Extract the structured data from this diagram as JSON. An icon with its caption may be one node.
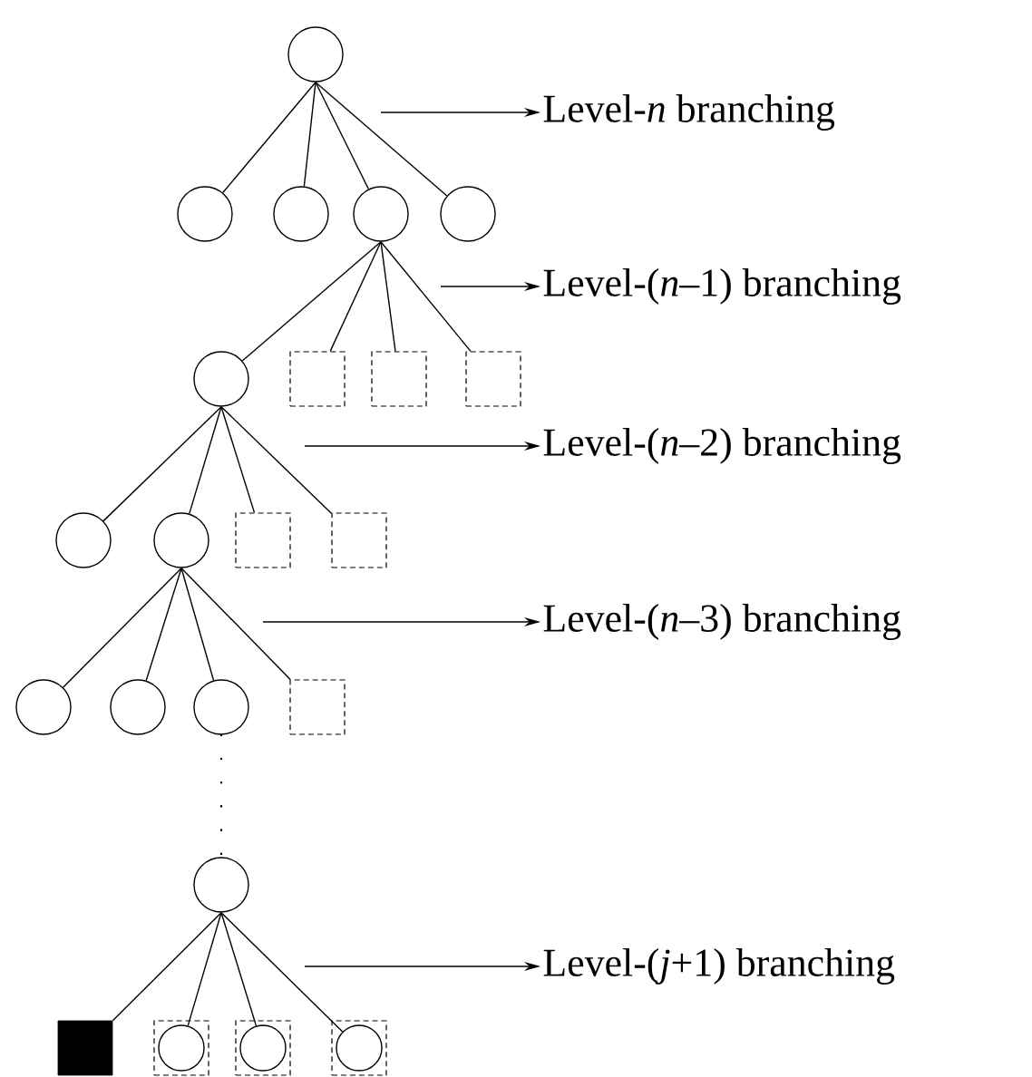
{
  "diagram": {
    "nodes": [
      {
        "text": [],
        "shape": "circle"
      },
      {
        "text": [],
        "shape": "circle"
      },
      {
        "text": [],
        "shape": "circle"
      },
      {
        "text": [],
        "shape": "circle"
      },
      {
        "text": [],
        "shape": "circle"
      },
      {
        "text": [],
        "shape": "circle"
      },
      {
        "text": [],
        "shape": "box"
      },
      {
        "text": [],
        "shape": "box"
      },
      {
        "text": [],
        "shape": "box"
      },
      {
        "text": [],
        "shape": "circle"
      },
      {
        "text": [],
        "shape": "circle"
      },
      {
        "text": [],
        "shape": "box"
      },
      {
        "text": [],
        "shape": "box"
      },
      {
        "text": [],
        "shape": "circle"
      },
      {
        "text": [],
        "shape": "circle"
      },
      {
        "text": [],
        "shape": "circle"
      },
      {
        "text": [],
        "shape": "box"
      },
      {
        "text": [],
        "shape": "circle"
      },
      {
        "text": [],
        "shape": "square"
      },
      {
        "text": [],
        "shape": "box"
      },
      {
        "text": [],
        "shape": "circle",
        "in": 19
      },
      {
        "text": [],
        "shape": "box"
      },
      {
        "text": [],
        "shape": "circle",
        "in": 21
      },
      {
        "text": [],
        "shape": "box"
      },
      {
        "text": [],
        "shape": "circle",
        "in": 23
      },
      {
        "text": [
          "Level-*n* branching"
        ]
      },
      {
        "text": [
          "Level-(*n*–1) branching"
        ]
      },
      {
        "text": [
          "Level-(*n*–2) branching"
        ]
      },
      {
        "text": [
          "Level-(*n*–3) branching"
        ]
      },
      {
        "text": [
          "Level-(*j*+1) branching"
        ]
      }
    ],
    "edges": [
      {
        "from": 0,
        "to": 1,
        "arrow": "none"
      },
      {
        "from": 0,
        "to": 2,
        "arrow": "none"
      },
      {
        "from": 0,
        "to": 3,
        "arrow": "none"
      },
      {
        "from": 0,
        "to": 4,
        "arrow": "none"
      },
      {
        "from": 3,
        "to": 5,
        "arrow": "none"
      },
      {
        "from": 3,
        "to": 6,
        "arrow": "none"
      },
      {
        "from": 3,
        "to": 7,
        "arrow": "none"
      },
      {
        "from": 3,
        "to": 8,
        "arrow": "none"
      },
      {
        "from": 5,
        "to": 9,
        "arrow": "none"
      },
      {
        "from": 5,
        "to": 10,
        "arrow": "none"
      },
      {
        "from": 5,
        "to": 11,
        "arrow": "none"
      },
      {
        "from": 5,
        "to": 12,
        "arrow": "none"
      },
      {
        "from": 10,
        "to": 13,
        "arrow": "none"
      },
      {
        "from": 10,
        "to": 14,
        "arrow": "none"
      },
      {
        "from": 10,
        "to": 15,
        "arrow": "none"
      },
      {
        "from": 10,
        "to": 16,
        "arrow": "none"
      },
      {
        "from": 15,
        "to": 17,
        "arrow": "none",
        "style": "dashed"
      },
      {
        "from": 17,
        "to": 18,
        "arrow": "none"
      },
      {
        "from": 17,
        "to": 20,
        "arrow": "none"
      },
      {
        "from": 17,
        "to": 22,
        "arrow": "none"
      },
      {
        "from": 17,
        "to": 24,
        "arrow": "none"
      },
      {
        "from": null,
        "to": 25,
        "arrow": "to"
      },
      {
        "from": null,
        "to": 26,
        "arrow": "to"
      },
      {
        "from": null,
        "to": 27,
        "arrow": "to"
      },
      {
        "from": null,
        "to": 28,
        "arrow": "to"
      },
      {
        "from": null,
        "to": 29,
        "arrow": "to"
      }
    ]
  }
}
